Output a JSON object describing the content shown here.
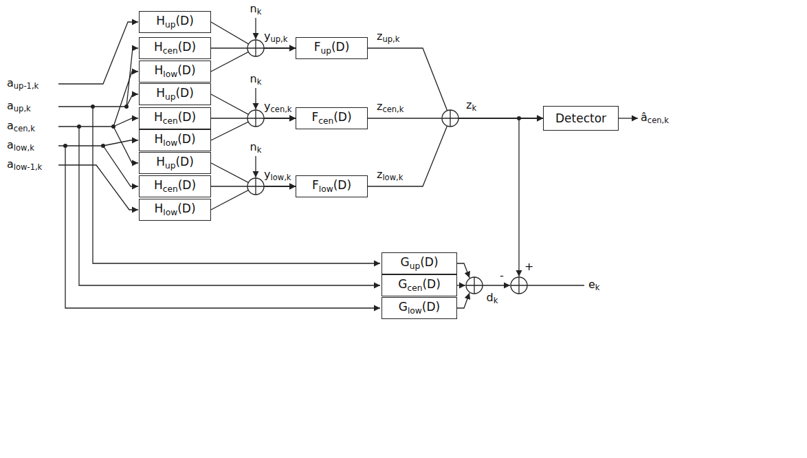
{
  "diagram": {
    "nodes": [
      {
        "text": [
          "Hup(D)"
        ]
      },
      {
        "text": [
          "Hcen(D)"
        ]
      },
      {
        "text": [
          "Hlow(D)"
        ]
      },
      {
        "text": [
          "Hup(D)"
        ]
      },
      {
        "text": [
          "Hcen(D)"
        ]
      },
      {
        "text": [
          "Hlow(D)"
        ]
      },
      {
        "text": [
          "Hup(D)"
        ]
      },
      {
        "text": [
          "Hcen(D)"
        ]
      },
      {
        "text": [
          "Hlow(D)"
        ]
      },
      {
        "text": [
          "Fup(D)"
        ]
      },
      {
        "text": [
          "Fcen(D)"
        ]
      },
      {
        "text": [
          "Flow(D)"
        ]
      },
      {
        "text": [
          "Detector"
        ]
      },
      {
        "text": [
          "Gup(D)"
        ]
      },
      {
        "text": [
          "Gcen(D)"
        ]
      },
      {
        "text": [
          "Glow(D)"
        ]
      }
    ],
    "edges": [
      {
        "from": 0,
        "to": 9,
        "arrow": "to"
      },
      {
        "from": 1,
        "to": 9,
        "arrow": "to"
      },
      {
        "from": 2,
        "to": 9,
        "arrow": "to"
      },
      {
        "from": 3,
        "to": 10,
        "arrow": "to"
      },
      {
        "from": 4,
        "to": 10,
        "arrow": "to"
      },
      {
        "from": 5,
        "to": 10,
        "arrow": "to"
      },
      {
        "from": 6,
        "to": 11,
        "arrow": "to"
      },
      {
        "from": 7,
        "to": 11,
        "arrow": "to"
      },
      {
        "from": 8,
        "to": 11,
        "arrow": "to"
      },
      {
        "from": 9,
        "to": 12,
        "arrow": "to"
      },
      {
        "from": 10,
        "to": 12,
        "arrow": "to"
      },
      {
        "from": 11,
        "to": 12,
        "arrow": "to"
      }
    ],
    "labels": [
      "aup-1,k",
      "aup,k",
      "acen,k",
      "alow,k",
      "alow-1,k",
      "nk",
      "nk",
      "nk",
      "yup,k",
      "ycen,k",
      "ylow,k",
      "zup,k",
      "zcen,k",
      "zlow,k",
      "zk",
      "âcen,k",
      "+",
      "-",
      "dk",
      "ek"
    ]
  }
}
